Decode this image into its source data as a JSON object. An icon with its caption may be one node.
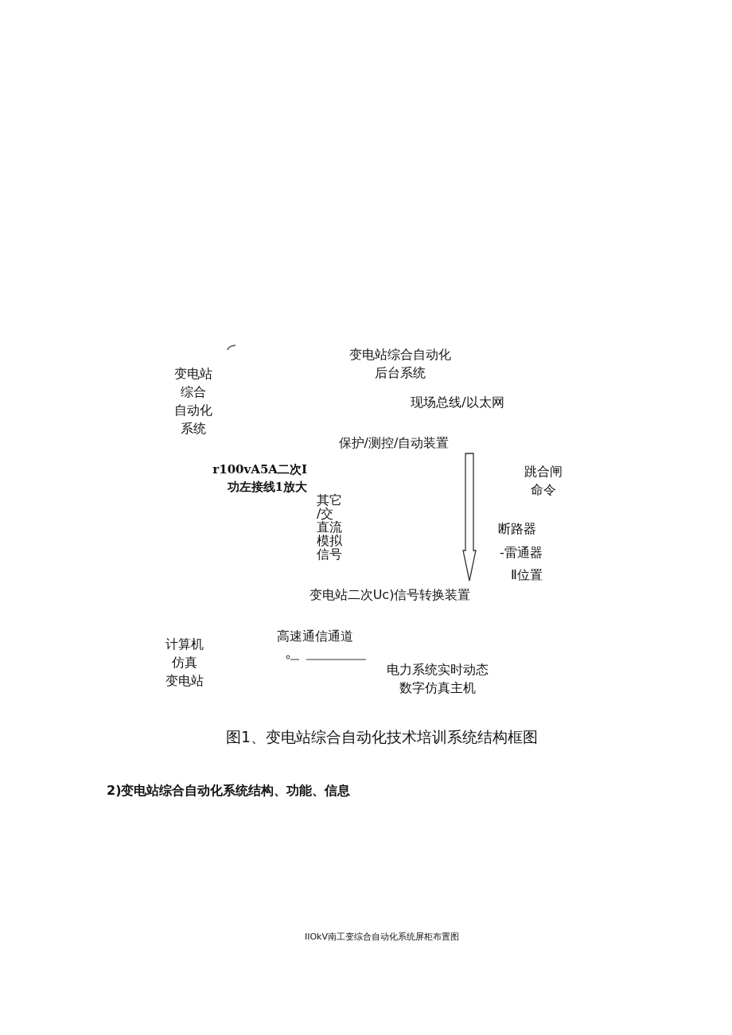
{
  "diagram": {
    "caption": "图1、变电站综合自动化技术培训系统结构框图",
    "nodes": [
      {
        "text": [
          "保护/测控/自动装置"
        ]
      },
      {
        "text": [
          "变电站二次Uc)信号转换装置"
        ]
      }
    ],
    "edges": [
      {
        "from": 0,
        "to": 1,
        "arrow": "to"
      }
    ],
    "labels": [
      "变电站综合自动化后台系统",
      "变电站综合自动化系统",
      "现场总线/以太网",
      "r100vA5A二次I功左接线1放大",
      "跳合闸命令",
      "其它/交直流模拟信号",
      "断路器",
      "-雷通器",
      "Ⅱ位置",
      "高速通信通道",
      "计算机仿真变电站",
      "电力系统实时动态数字仿真主机",
      "2)变电站综合自动化系统结构、功能、信息",
      "IIOkV南工变综合自动化系统屏柜布置图"
    ]
  }
}
